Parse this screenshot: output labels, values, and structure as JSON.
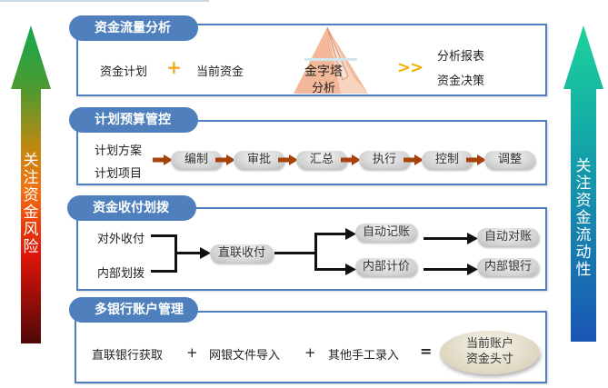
{
  "left_arrow": {
    "label": "关注资金风险",
    "colors": {
      "top": "#1aaa4a",
      "mid": "#f07a10",
      "low": "#e01010",
      "bottom": "#5a0a0a"
    }
  },
  "right_arrow": {
    "label": "关注资金流动性",
    "colors": {
      "top": "#1ccf9a",
      "bottom": "#1a5cb5"
    }
  },
  "sections": {
    "cash_flow": {
      "title": "资金流量分析",
      "left_items": [
        "资金计划",
        "当前资金"
      ],
      "plus": "+",
      "pyramid": {
        "line1": "金字塔",
        "line2": "分析"
      },
      "arrow": ">>",
      "outputs": [
        "分析报表",
        "资金决策"
      ]
    },
    "budget": {
      "title": "计划预算管控",
      "inputs": [
        "计划方案",
        "计划项目"
      ],
      "steps": [
        "编制",
        "审批",
        "汇总",
        "执行",
        "控制",
        "调整"
      ]
    },
    "payment": {
      "title": "资金收付划拨",
      "sources": [
        "对外收付",
        "内部划拨"
      ],
      "hub": "直联收付",
      "branches": [
        {
          "step": "自动记账",
          "result": "自动对账"
        },
        {
          "step": "内部计价",
          "result": "内部银行"
        }
      ]
    },
    "multibank": {
      "title": "多银行账户管理",
      "terms": [
        "直联银行获取",
        "网银文件导入",
        "其他手工录入"
      ],
      "plus": "+",
      "equals": "=",
      "result": {
        "line1": "当前账户",
        "line2": "资金头寸"
      }
    }
  },
  "colors": {
    "panel_border": "#4f7fbf",
    "tab_fill": "#4f80bd",
    "flow_arrow": "#a8420c",
    "accent_orange": "#f0a820"
  }
}
